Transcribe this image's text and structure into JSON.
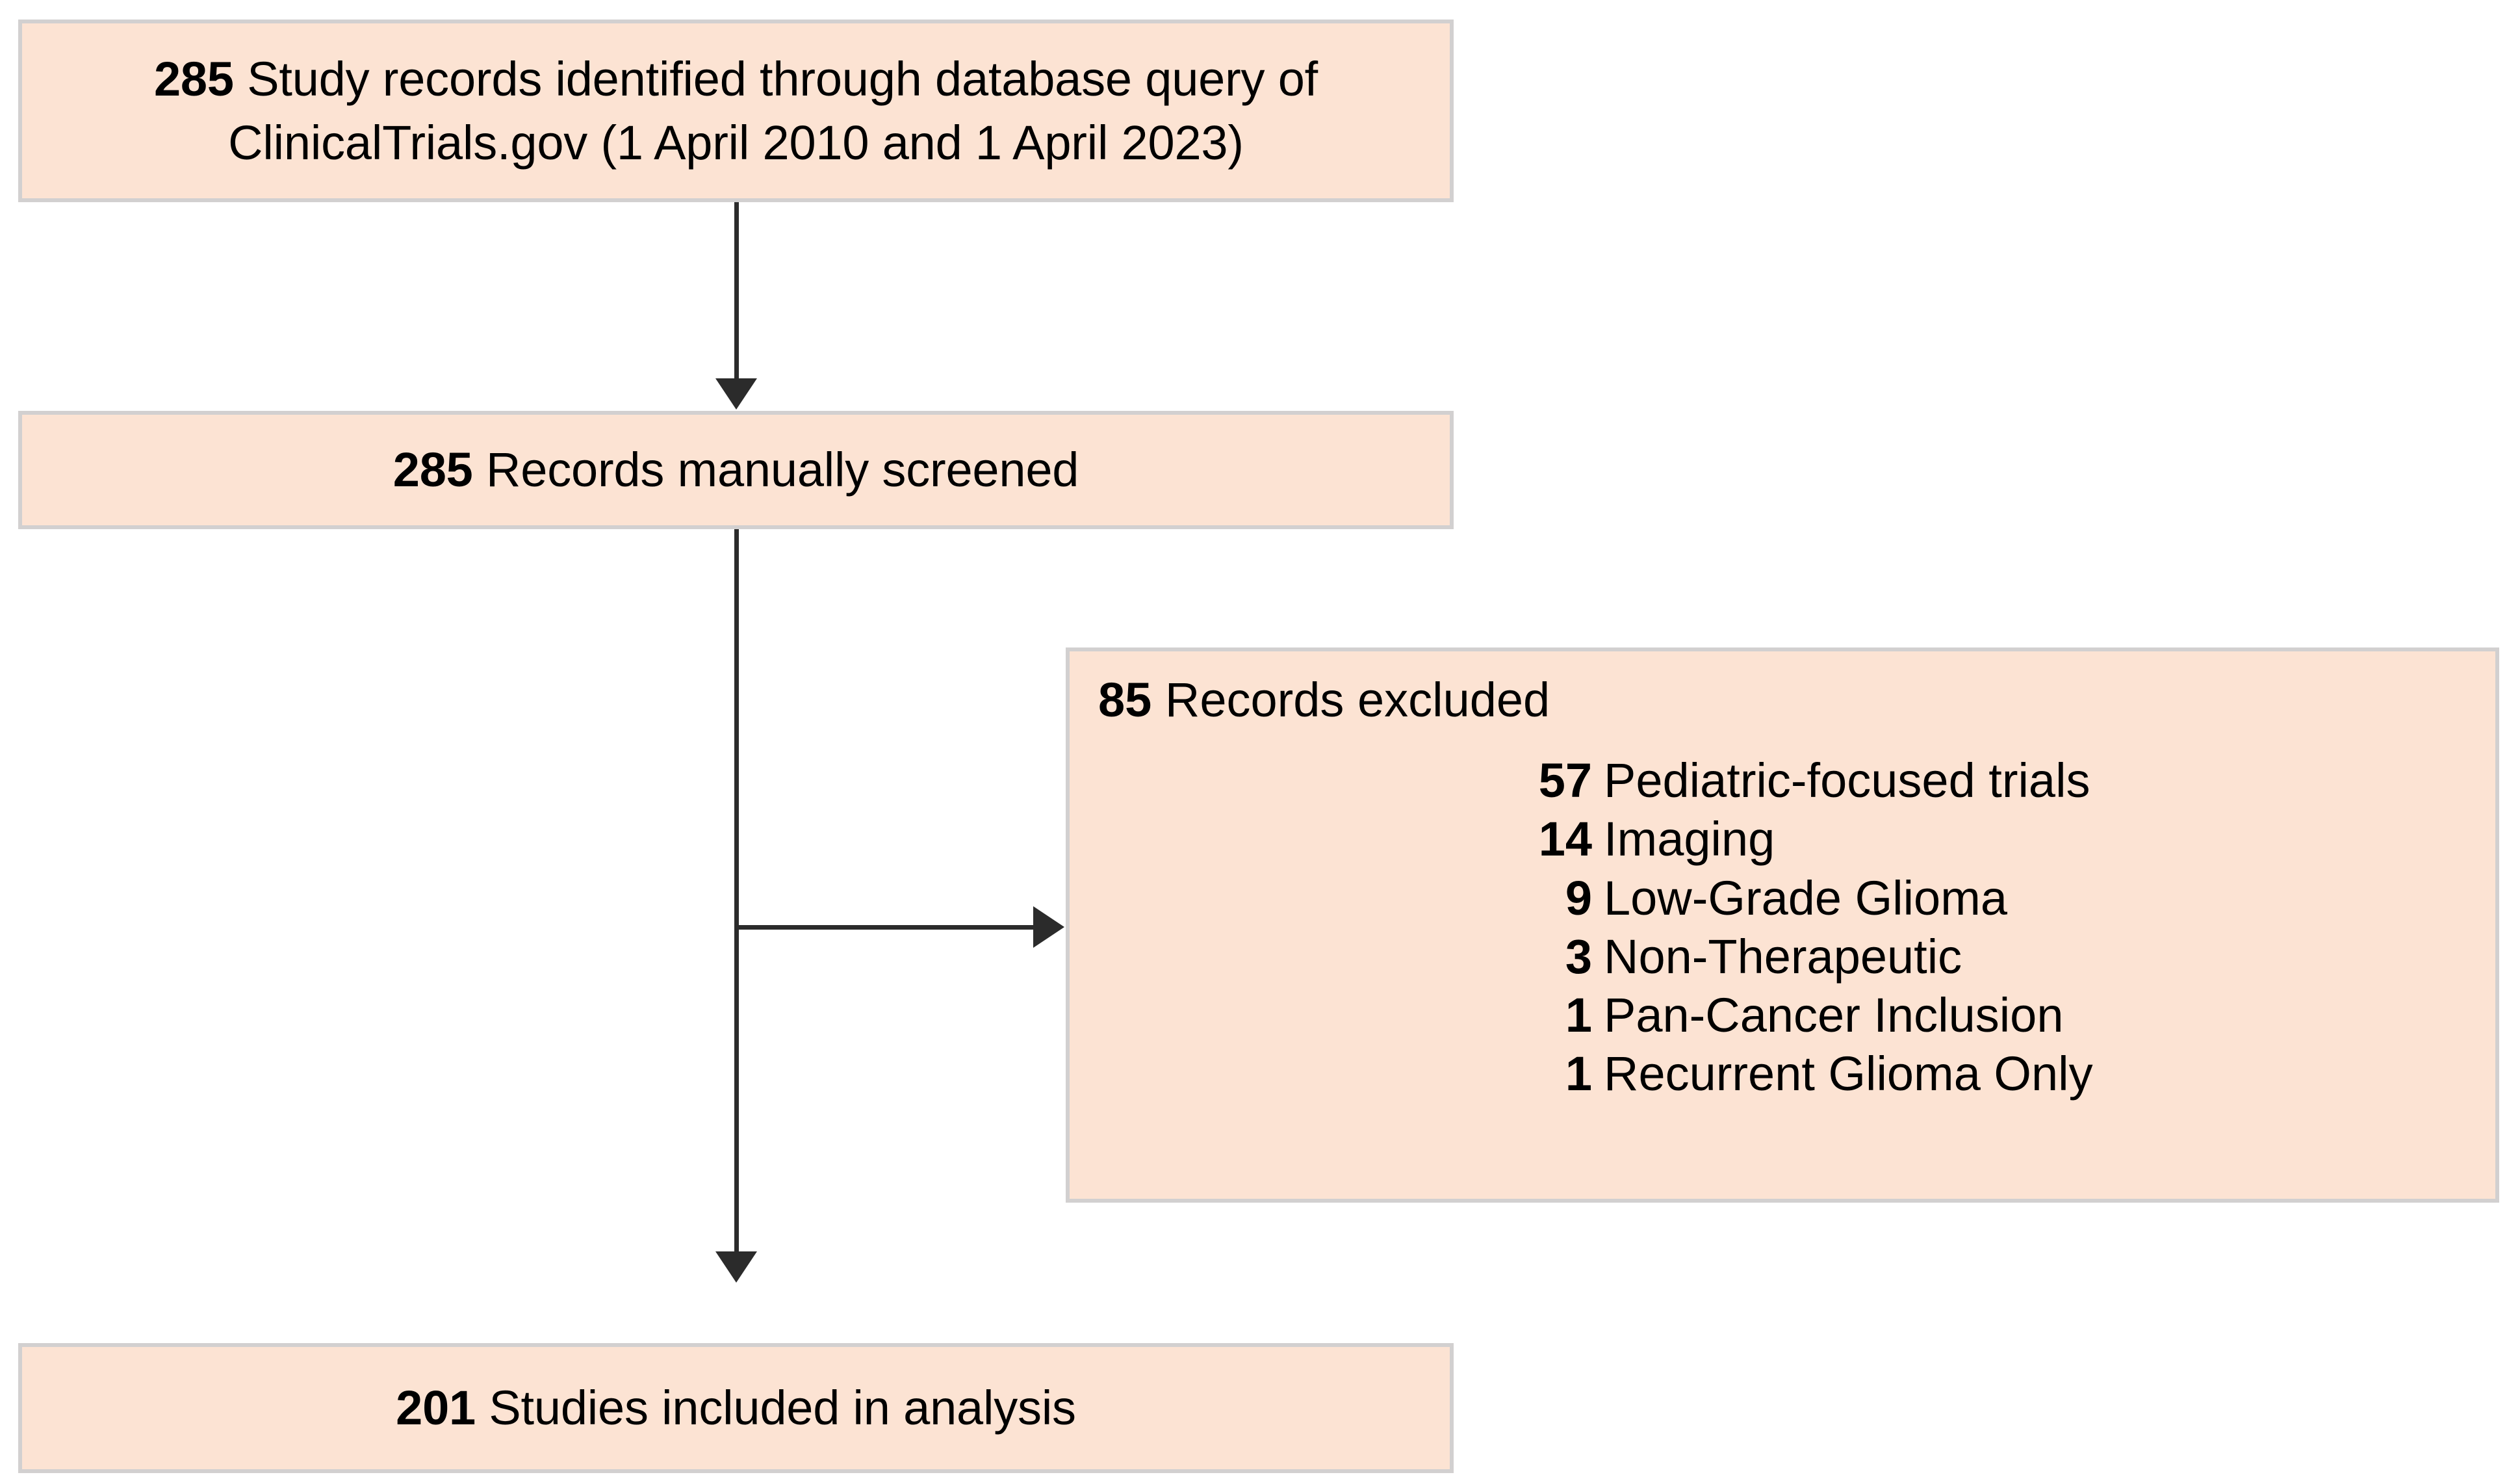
{
  "diagram": {
    "type": "prisma-flow-diagram",
    "colors": {
      "box_fill": "#FCE3D3",
      "box_border": "#D2D0D0",
      "connector": "#2b2b2b",
      "text": "#000000",
      "background": "#ffffff"
    },
    "identification": {
      "count": "285",
      "line1_text": "Study records identified through database query of",
      "line2_text": "ClinicalTrials.gov (1 April 2010 and 1 April 2023)"
    },
    "screening": {
      "count": "285",
      "text": "Records manually screened"
    },
    "excluded": {
      "count": "85",
      "text": "Records excluded",
      "reasons": [
        {
          "count": "57",
          "label": "Pediatric-focused trials"
        },
        {
          "count": "14",
          "label": "Imaging"
        },
        {
          "count": "9",
          "label": "Low-Grade Glioma"
        },
        {
          "count": "3",
          "label": "Non-Therapeutic"
        },
        {
          "count": "1",
          "label": "Pan-Cancer Inclusion"
        },
        {
          "count": "1",
          "label": "Recurrent Glioma Only"
        }
      ]
    },
    "included": {
      "count": "201",
      "text": "Studies included in analysis"
    },
    "connectors": [
      {
        "name": "identification-to-screening",
        "direction": "down"
      },
      {
        "name": "screening-to-excluded",
        "direction": "right"
      },
      {
        "name": "screening-to-included",
        "direction": "down"
      }
    ]
  }
}
